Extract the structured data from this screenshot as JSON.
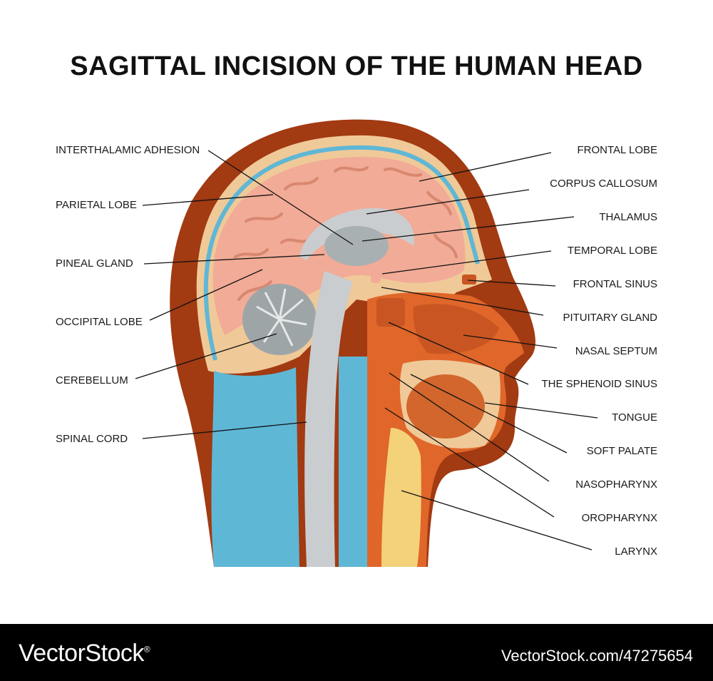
{
  "title": "SAGITTAL INCISION OF THE HUMAN HEAD",
  "labels_left": [
    "INTERTHALAMIC ADHESION",
    "PARIETAL LOBE",
    "PINEAL GLAND",
    "OCCIPITAL LOBE",
    "CEREBELLUM",
    "SPINAL CORD"
  ],
  "labels_right": [
    "FRONTAL LOBE",
    "CORPUS CALLOSUM",
    "THALAMUS",
    "TEMPORAL LOBE",
    "FRONTAL SINUS",
    "PITUITARY GLAND",
    "NASAL SEPTUM",
    "THE SPHENOID SINUS",
    "TONGUE",
    "SOFT PALATE",
    "NASOPHARYNX",
    "OROPHARYNX",
    "LARYNX"
  ],
  "footer": {
    "brand": "VectorStock",
    "registered": "®",
    "stock_id": "VectorStock.com/47275654"
  },
  "colors": {
    "skin": "#a23a12",
    "skull": "#f0c998",
    "csf": "#5fb7d6",
    "brain": "#f2ab96",
    "brain_fold": "#d98870",
    "gray_matter": "#c9cdcf",
    "cerebellum": "#9ea5a7",
    "tissue": "#e0662a",
    "bone": "#f3d27a"
  }
}
